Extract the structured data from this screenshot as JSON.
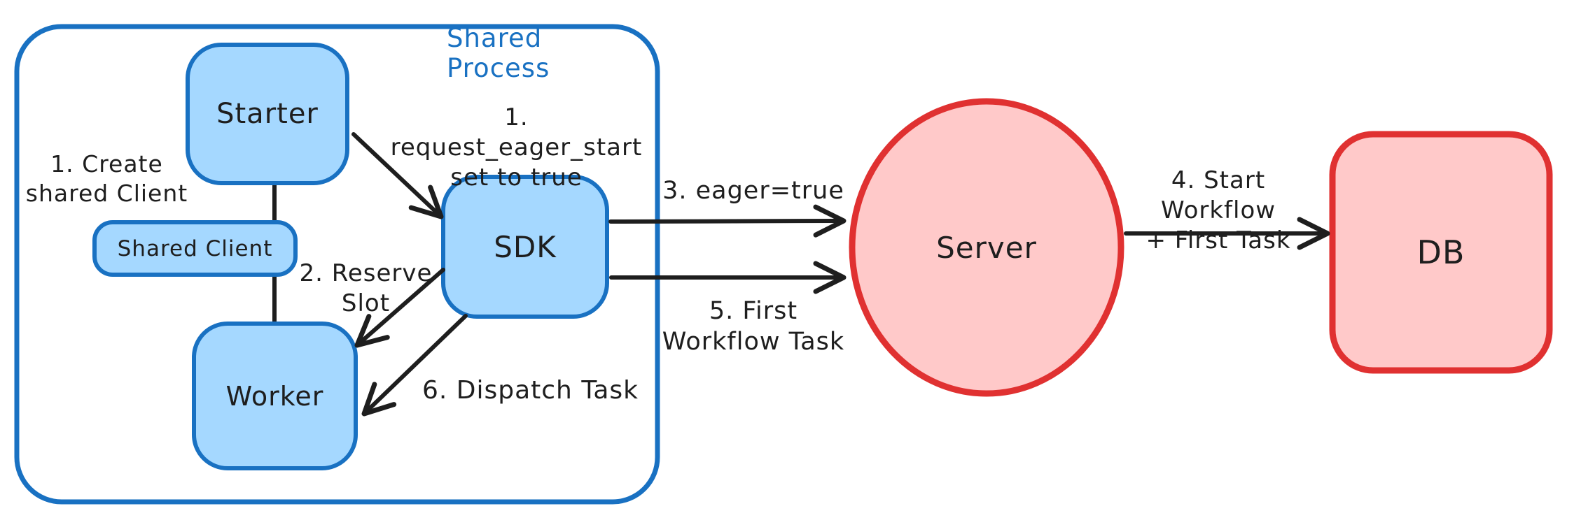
{
  "diagram": {
    "title": "Shared Process",
    "nodes": {
      "starter": {
        "label": "Starter"
      },
      "shared_client": {
        "label": "Shared Client"
      },
      "worker": {
        "label": "Worker"
      },
      "sdk": {
        "label": "SDK"
      },
      "server": {
        "label": "Server"
      },
      "db": {
        "label": "DB"
      }
    },
    "annotations": {
      "create_client": {
        "line1": "1. Create",
        "line2": "shared Client"
      },
      "request_eager_start": {
        "line1": "1. request_eager_start",
        "line2": "set to true"
      },
      "reserve_slot": {
        "line1": "2. Reserve",
        "line2": "Slot"
      },
      "eager_true": {
        "line1": "3. eager=true"
      },
      "start_workflow": {
        "line1": "4. Start Workflow",
        "line2": "+ First Task"
      },
      "first_workflow_task": {
        "line1": "5. First",
        "line2": "Workflow Task"
      },
      "dispatch_task": {
        "line1": "6. Dispatch Task"
      }
    },
    "colors": {
      "blue_stroke": "#1971c2",
      "blue_fill": "#a5d8ff",
      "red_stroke": "#e03131",
      "red_fill": "#ffc9c9",
      "text": "#1e1e1e",
      "canvas_bg": "#ffffff"
    }
  }
}
